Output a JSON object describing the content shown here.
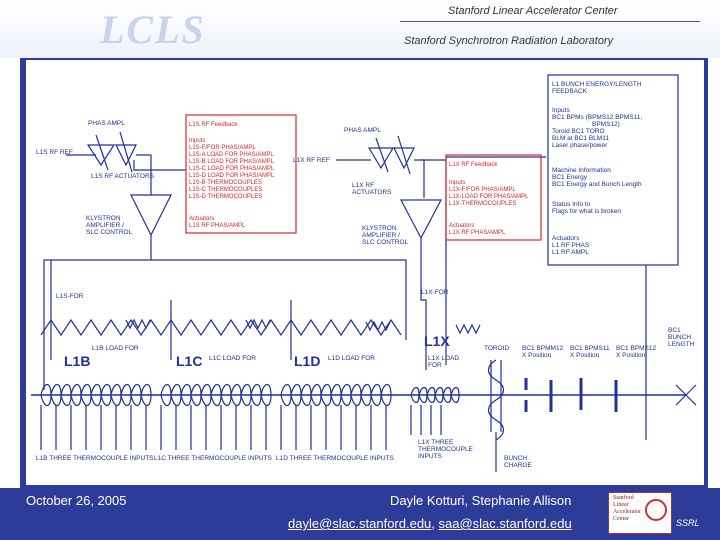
{
  "header": {
    "logo": "LCLS",
    "org_line_1": "Stanford Linear Accelerator Center",
    "org_line_2": "Stanford Synchrotron Radiation Laboratory"
  },
  "diagram": {
    "feedback_box_1": {
      "title": "L1S RF Feedback",
      "lines": [
        "Inputs",
        "L1S-F/FOR PHAS/AMPL",
        "L1S-A LOAD FOR PHAS/AMPL",
        "L1S-B LOAD FOR PHAS/AMPL",
        "L1S-C LOAD FOR PHAS/AMPL",
        "L1S-D LOAD FOR PHAS/AMPL",
        "L1S-B THERMOCOUPLES",
        "L1S-C THERMOCOUPLES",
        "L1S-D THERMOCOUPLES"
      ],
      "actuators": [
        "Actuators",
        "L1S RF PHAS/AMPL"
      ]
    },
    "feedback_box_2": {
      "title": "L1X RF Feedback",
      "lines": [
        "Inputs",
        "L1X-F/FOR PHAS/AMPL",
        "L1X-LOAD FOR PHAS/AMPL",
        "L1X-THERMOCOUPLES"
      ],
      "actuators": [
        "Actuators",
        "L1X RF PHAS/AMPL"
      ]
    },
    "bunch_box": {
      "title": [
        "L1 BUNCH ENERGY/LENGTH",
        "FEEDBACK"
      ],
      "inputs": [
        "Inputs",
        "BC1 BPMs (BPMS12 BPMS11,",
        "BPMS12)",
        "Toroid BC1 TORO",
        "BLM at BC1 BLM11",
        "Laser phase/power"
      ],
      "info": [
        "Machine Information",
        "BC1 Energy",
        "BC1 Energy and Bunch Length"
      ],
      "status": [
        "Status Info to",
        "Flags for what is broken"
      ],
      "actuators": [
        "Actuators",
        "L1 RF PHAS",
        "L1 RF AMPL"
      ]
    },
    "labels": {
      "phas_ampl_1": "PHAS AMPL",
      "phas_ampl_2": "PHAS AMPL",
      "l1s_rf_ref": "L1S RF REF",
      "l1x_rf_ref": "L1X RF REF",
      "l1s_rf_actuators": "L1S RF ACTUATORS",
      "l1x_rf_actuators": [
        "L1X RF",
        "ACTUATORS"
      ],
      "klystron_1": [
        "KLYSTRON",
        "AMPLIFIER /",
        "SLC CONTROL"
      ],
      "klystron_2": [
        "KLYSTRON",
        "AMPLIFIER /",
        "SLC CONTROL"
      ],
      "l1s_for": "L1S-FOR",
      "l1x_for": "L1X-FOR",
      "l1b": "L1B",
      "l1c": "L1C",
      "l1d": "L1D",
      "l1x": "L1X",
      "l1b_load_for": "L1B LOAD FOR",
      "l1c_load_for": "L1C LOAD FOR",
      "l1d_load_for": "L1D LOAD FOR",
      "l1x_load_for": [
        "L1X LOAD",
        "FOR"
      ],
      "toroid": "TOROID",
      "bc1_bpm12": [
        "BC1 BPMM12",
        "X Position"
      ],
      "bc1_bpms11": [
        "BC1 BPMS11",
        "X Position"
      ],
      "bc1_bpms12": [
        "BC1 BPMS12",
        "X Position"
      ],
      "bc1_bunch_length": [
        "BC1",
        "BUNCH",
        "LENGTH"
      ],
      "l1b_tc": "L1B THREE THERMOCOUPLE INPUTS",
      "l1c_tc": "L1C THREE THERMOCOUPLE INPUTS",
      "l1d_tc": "L1D THREE THERMOCOUPLE INPUTS",
      "l1x_tc": [
        "L1X THREE",
        "THERMOCOUPLE",
        "INPUTS"
      ],
      "bunch_charge": [
        "BUNCH",
        "CHARGE"
      ]
    }
  },
  "footer": {
    "date": "October 26, 2005",
    "authors": "Dayle Kotturi, Stephanie Allison",
    "email_1": "dayle@slac.stanford.edu",
    "separator": ", ",
    "email_2": "saa@slac.stanford.edu",
    "seal_text": [
      "Stanford",
      "Linear",
      "Accelerator",
      "Center"
    ],
    "seal_caption": "SSRL"
  },
  "colors": {
    "slide_bg": "#2d3c98",
    "feedback_red": "#d8242b",
    "diagram_blue": "#22309a"
  }
}
